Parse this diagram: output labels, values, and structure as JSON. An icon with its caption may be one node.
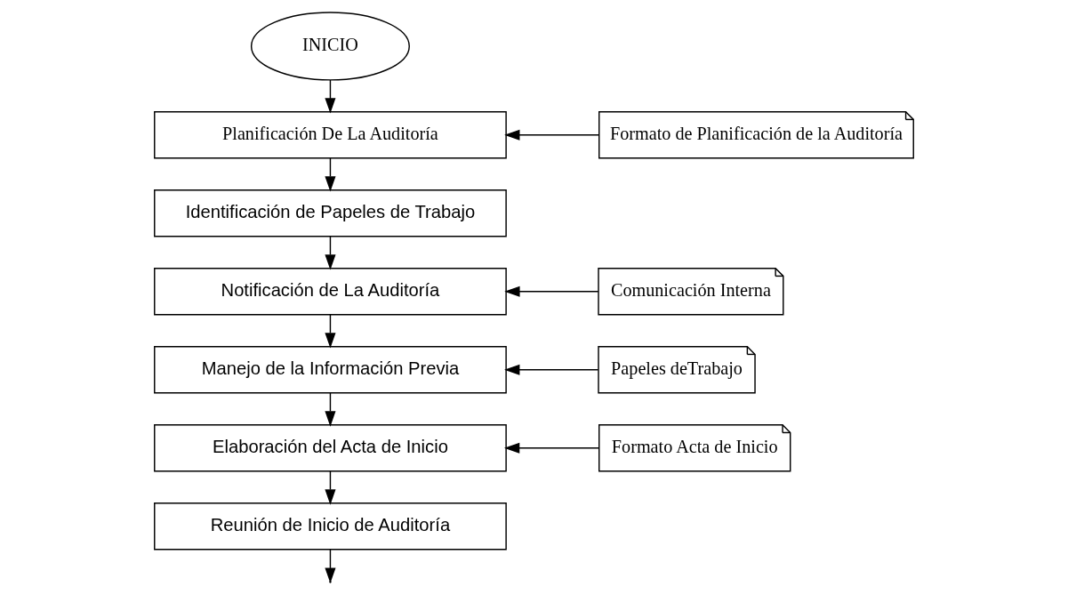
{
  "diagram": {
    "nodes": [
      {
        "text": [
          "INICIO"
        ]
      },
      {
        "text": [
          "Planificación De La Auditoría"
        ]
      },
      {
        "text": [
          "Formato de Planificación de la Auditoría"
        ]
      },
      {
        "text": [
          "Identificación de Papeles de Trabajo"
        ]
      },
      {
        "text": [
          "Notificación de La Auditoría"
        ]
      },
      {
        "text": [
          "Comunicación Interna"
        ]
      },
      {
        "text": [
          "Manejo de la Información Previa"
        ]
      },
      {
        "text": [
          "Papeles deTrabajo"
        ]
      },
      {
        "text": [
          "Elaboración del Acta de Inicio"
        ]
      },
      {
        "text": [
          "Formato Acta de Inicio"
        ]
      },
      {
        "text": [
          "Reunión de Inicio de Auditoría"
        ]
      }
    ],
    "edges": [
      {
        "from": 0,
        "to": 1,
        "arrow": "to"
      },
      {
        "from": 1,
        "to": 3,
        "arrow": "to"
      },
      {
        "from": 2,
        "to": 1,
        "arrow": "to"
      },
      {
        "from": 3,
        "to": 4,
        "arrow": "to"
      },
      {
        "from": 5,
        "to": 4,
        "arrow": "to"
      },
      {
        "from": 4,
        "to": 6,
        "arrow": "to"
      },
      {
        "from": 7,
        "to": 6,
        "arrow": "to"
      },
      {
        "from": 6,
        "to": 8,
        "arrow": "to"
      },
      {
        "from": 9,
        "to": 8,
        "arrow": "to"
      },
      {
        "from": 8,
        "to": 10,
        "arrow": "to"
      },
      {
        "from": 10,
        "to": null,
        "arrow": "to"
      }
    ]
  }
}
